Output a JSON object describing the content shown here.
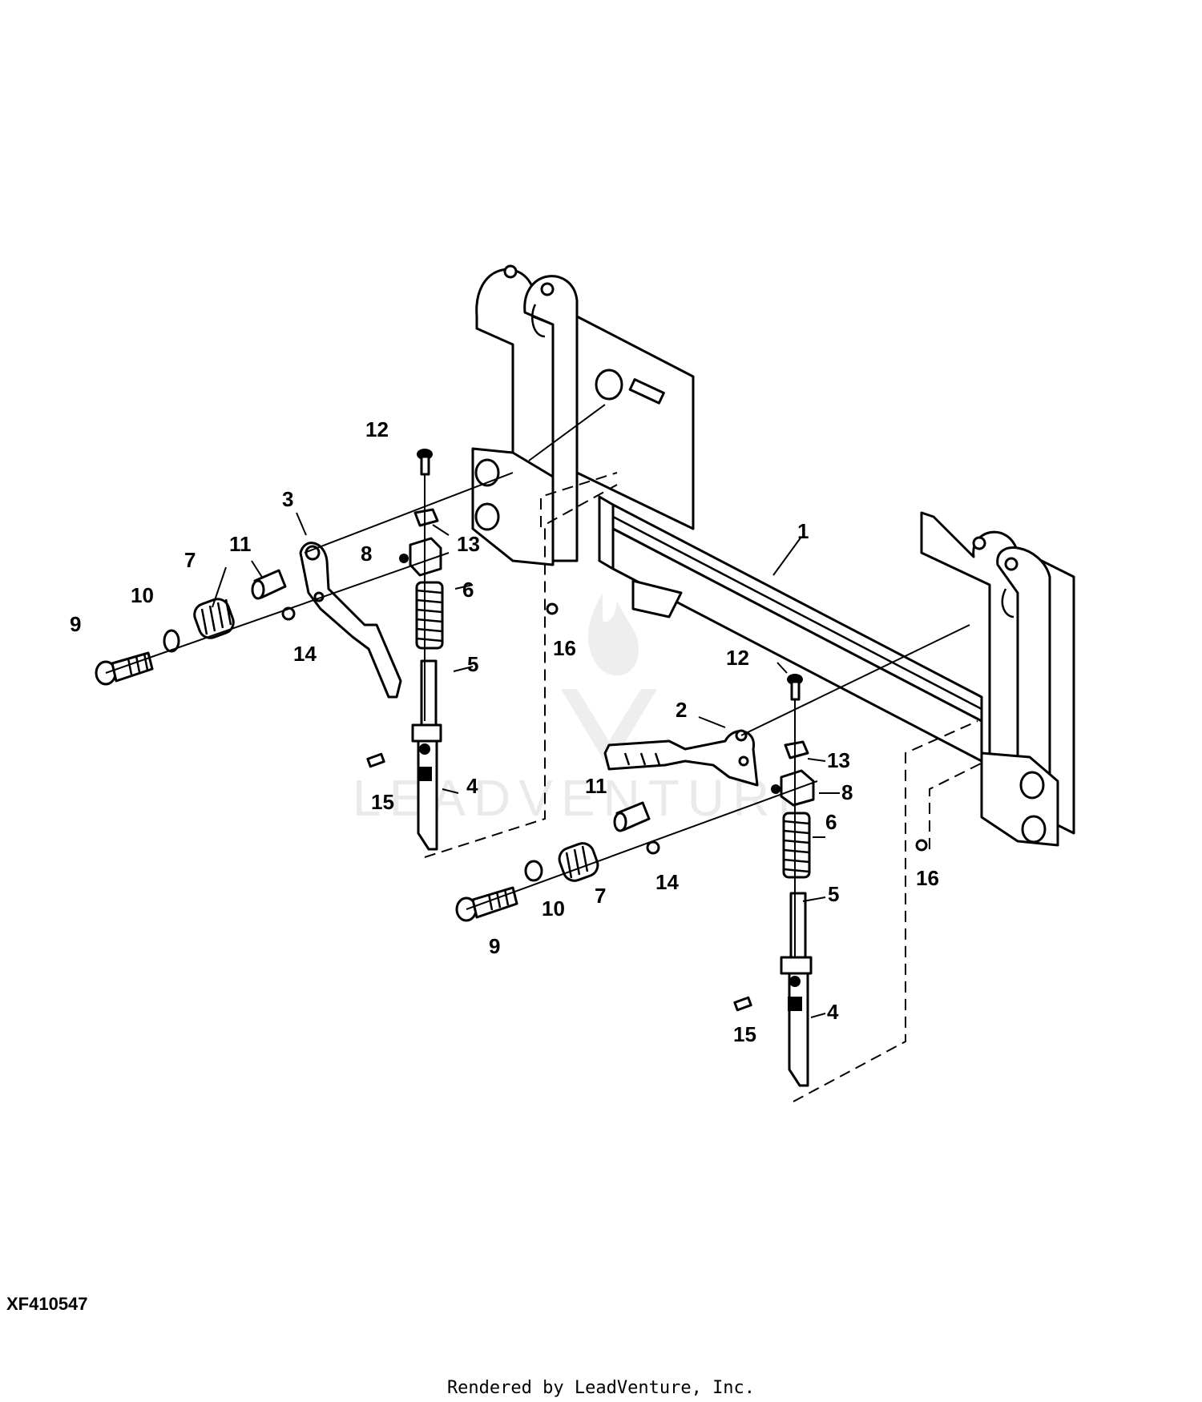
{
  "figure_id": "XF410547",
  "footer_credit": "Rendered by LeadVenture, Inc.",
  "watermark_text": "LEADVENTURE",
  "callouts": {
    "left": {
      "c12": "12",
      "c13": "13",
      "c3": "3",
      "c8": "8",
      "c11": "11",
      "c7": "7",
      "c10": "10",
      "c9": "9",
      "c14": "14",
      "c6": "6",
      "c5": "5",
      "c15": "15",
      "c4": "4",
      "c16": "16"
    },
    "frame": {
      "c1": "1"
    },
    "right": {
      "c12": "12",
      "c2": "2",
      "c13": "13",
      "c8": "8",
      "c11": "11",
      "c6": "6",
      "c14": "14",
      "c7": "7",
      "c10": "10",
      "c9": "9",
      "c5": "5",
      "c15": "15",
      "c4": "4",
      "c16": "16"
    }
  },
  "colors": {
    "ink": "#000000",
    "paper": "#ffffff",
    "watermark": "#d9d9d9"
  }
}
